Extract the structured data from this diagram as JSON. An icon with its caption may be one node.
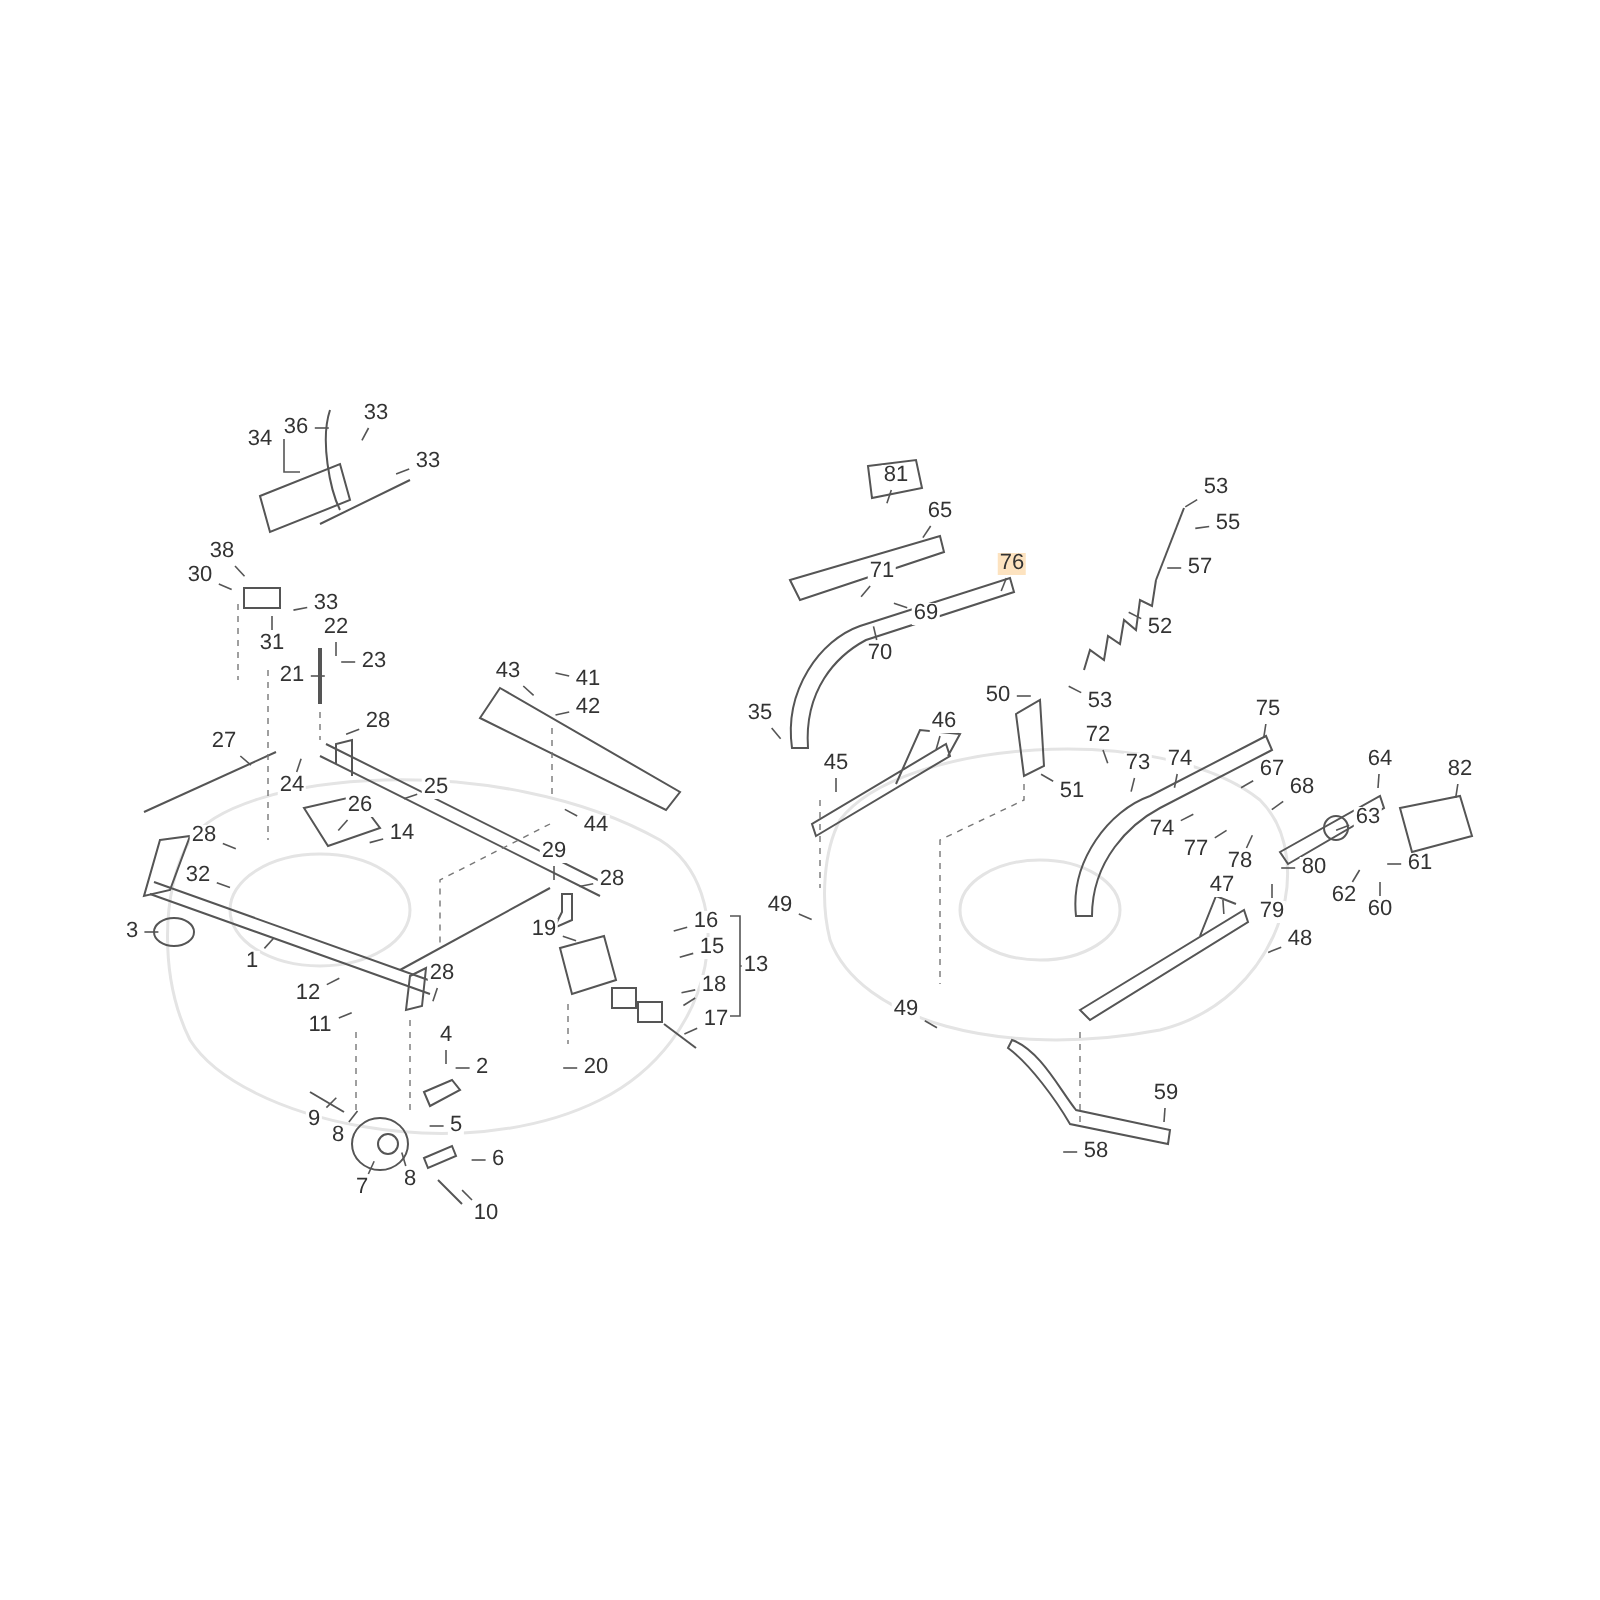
{
  "diagram": {
    "nodes": [
      {
        "text": [
          "36"
        ]
      },
      {
        "text": [
          "33"
        ]
      },
      {
        "text": [
          "34"
        ]
      },
      {
        "text": [
          "33"
        ]
      },
      {
        "text": [
          "38"
        ]
      },
      {
        "text": [
          "30"
        ]
      },
      {
        "text": [
          "33"
        ]
      },
      {
        "text": [
          "31"
        ]
      },
      {
        "text": [
          "22"
        ]
      },
      {
        "text": [
          "23"
        ]
      },
      {
        "text": [
          "21"
        ]
      },
      {
        "text": [
          "43"
        ]
      },
      {
        "text": [
          "41"
        ]
      },
      {
        "text": [
          "42"
        ]
      },
      {
        "text": [
          "28"
        ]
      },
      {
        "text": [
          "27"
        ]
      },
      {
        "text": [
          "24"
        ]
      },
      {
        "text": [
          "25"
        ]
      },
      {
        "text": [
          "26"
        ]
      },
      {
        "text": [
          "14"
        ]
      },
      {
        "text": [
          "44"
        ]
      },
      {
        "text": [
          "28"
        ]
      },
      {
        "text": [
          "32"
        ]
      },
      {
        "text": [
          "29"
        ]
      },
      {
        "text": [
          "28"
        ]
      },
      {
        "text": [
          "3"
        ]
      },
      {
        "text": [
          "16"
        ]
      },
      {
        "text": [
          "19"
        ]
      },
      {
        "text": [
          "15"
        ]
      },
      {
        "text": [
          "13"
        ]
      },
      {
        "text": [
          "1"
        ]
      },
      {
        "text": [
          "18"
        ]
      },
      {
        "text": [
          "28"
        ]
      },
      {
        "text": [
          "12"
        ]
      },
      {
        "text": [
          "11"
        ]
      },
      {
        "text": [
          "17"
        ]
      },
      {
        "text": [
          "4"
        ]
      },
      {
        "text": [
          "2"
        ]
      },
      {
        "text": [
          "20"
        ]
      },
      {
        "text": [
          "9"
        ]
      },
      {
        "text": [
          "5"
        ]
      },
      {
        "text": [
          "8"
        ]
      },
      {
        "text": [
          "6"
        ]
      },
      {
        "text": [
          "7"
        ]
      },
      {
        "text": [
          "8"
        ]
      },
      {
        "text": [
          "10"
        ]
      },
      {
        "text": [
          "81"
        ]
      },
      {
        "text": [
          "53"
        ]
      },
      {
        "text": [
          "55"
        ]
      },
      {
        "text": [
          "65"
        ]
      },
      {
        "text": [
          "57"
        ]
      },
      {
        "text": [
          "71"
        ]
      },
      {
        "text": [
          "76"
        ]
      },
      {
        "text": [
          "69"
        ]
      },
      {
        "text": [
          "52"
        ]
      },
      {
        "text": [
          "70"
        ]
      },
      {
        "text": [
          "50"
        ]
      },
      {
        "text": [
          "53"
        ]
      },
      {
        "text": [
          "35"
        ]
      },
      {
        "text": [
          "75"
        ]
      },
      {
        "text": [
          "46"
        ]
      },
      {
        "text": [
          "72"
        ]
      },
      {
        "text": [
          "73"
        ]
      },
      {
        "text": [
          "74"
        ]
      },
      {
        "text": [
          "64"
        ]
      },
      {
        "text": [
          "45"
        ]
      },
      {
        "text": [
          "67"
        ]
      },
      {
        "text": [
          "82"
        ]
      },
      {
        "text": [
          "51"
        ]
      },
      {
        "text": [
          "68"
        ]
      },
      {
        "text": [
          "63"
        ]
      },
      {
        "text": [
          "74"
        ]
      },
      {
        "text": [
          "77"
        ]
      },
      {
        "text": [
          "61"
        ]
      },
      {
        "text": [
          "78"
        ]
      },
      {
        "text": [
          "80"
        ]
      },
      {
        "text": [
          "62"
        ]
      },
      {
        "text": [
          "79"
        ]
      },
      {
        "text": [
          "60"
        ]
      },
      {
        "text": [
          "47"
        ]
      },
      {
        "text": [
          "49"
        ]
      },
      {
        "text": [
          "48"
        ]
      },
      {
        "text": [
          "49"
        ]
      },
      {
        "text": [
          "59"
        ]
      },
      {
        "text": [
          "58"
        ]
      }
    ],
    "edges": [
      {
        "from": 0,
        "to": null,
        "arrow": "none"
      },
      {
        "from": 1,
        "to": null,
        "arrow": "none"
      },
      {
        "from": 3,
        "to": null,
        "arrow": "none"
      },
      {
        "from": 4,
        "to": null,
        "arrow": "none"
      },
      {
        "from": 5,
        "to": null,
        "arrow": "none"
      },
      {
        "from": 6,
        "to": null,
        "arrow": "none"
      },
      {
        "from": 7,
        "to": null,
        "arrow": "none"
      },
      {
        "from": 8,
        "to": null,
        "arrow": "none"
      },
      {
        "from": 9,
        "to": null,
        "arrow": "none"
      },
      {
        "from": 10,
        "to": null,
        "arrow": "none"
      },
      {
        "from": 11,
        "to": null,
        "arrow": "none"
      },
      {
        "from": 12,
        "to": null,
        "arrow": "none"
      },
      {
        "from": 13,
        "to": null,
        "arrow": "none"
      },
      {
        "from": 14,
        "to": null,
        "arrow": "none"
      },
      {
        "from": 15,
        "to": null,
        "arrow": "none"
      },
      {
        "from": 16,
        "to": null,
        "arrow": "none"
      },
      {
        "from": 17,
        "to": null,
        "arrow": "none"
      },
      {
        "from": 18,
        "to": null,
        "arrow": "none"
      },
      {
        "from": 19,
        "to": null,
        "arrow": "none"
      },
      {
        "from": 20,
        "to": null,
        "arrow": "none"
      },
      {
        "from": 21,
        "to": null,
        "arrow": "none"
      },
      {
        "from": 22,
        "to": null,
        "arrow": "none"
      },
      {
        "from": 23,
        "to": null,
        "arrow": "none"
      },
      {
        "from": 24,
        "to": null,
        "arrow": "none"
      },
      {
        "from": 25,
        "to": null,
        "arrow": "none"
      },
      {
        "from": 26,
        "to": null,
        "arrow": "none"
      },
      {
        "from": 27,
        "to": null,
        "arrow": "none"
      },
      {
        "from": 28,
        "to": null,
        "arrow": "none"
      },
      {
        "from": 30,
        "to": null,
        "arrow": "none"
      },
      {
        "from": 31,
        "to": null,
        "arrow": "none"
      },
      {
        "from": 31,
        "to": null,
        "arrow": "none"
      },
      {
        "from": 32,
        "to": null,
        "arrow": "none"
      },
      {
        "from": 33,
        "to": null,
        "arrow": "none"
      },
      {
        "from": 34,
        "to": null,
        "arrow": "none"
      },
      {
        "from": 35,
        "to": null,
        "arrow": "none"
      },
      {
        "from": 36,
        "to": null,
        "arrow": "none"
      },
      {
        "from": 37,
        "to": null,
        "arrow": "none"
      },
      {
        "from": 38,
        "to": null,
        "arrow": "none"
      },
      {
        "from": 39,
        "to": null,
        "arrow": "none"
      },
      {
        "from": 40,
        "to": null,
        "arrow": "none"
      },
      {
        "from": 41,
        "to": null,
        "arrow": "none"
      },
      {
        "from": 42,
        "to": null,
        "arrow": "none"
      },
      {
        "from": 43,
        "to": null,
        "arrow": "none"
      },
      {
        "from": 44,
        "to": null,
        "arrow": "none"
      },
      {
        "from": 45,
        "to": null,
        "arrow": "none"
      },
      {
        "from": 46,
        "to": null,
        "arrow": "none"
      },
      {
        "from": 47,
        "to": null,
        "arrow": "none"
      },
      {
        "from": 48,
        "to": null,
        "arrow": "none"
      },
      {
        "from": 49,
        "to": null,
        "arrow": "none"
      },
      {
        "from": 50,
        "to": null,
        "arrow": "none"
      },
      {
        "from": 51,
        "to": null,
        "arrow": "none"
      },
      {
        "from": 52,
        "to": null,
        "arrow": "none"
      },
      {
        "from": 53,
        "to": null,
        "arrow": "none"
      },
      {
        "from": 54,
        "to": null,
        "arrow": "none"
      },
      {
        "from": 55,
        "to": null,
        "arrow": "none"
      },
      {
        "from": 56,
        "to": null,
        "arrow": "none"
      },
      {
        "from": 57,
        "to": null,
        "arrow": "none"
      },
      {
        "from": 58,
        "to": null,
        "arrow": "none"
      },
      {
        "from": 59,
        "to": null,
        "arrow": "none"
      },
      {
        "from": 60,
        "to": null,
        "arrow": "none"
      },
      {
        "from": 61,
        "to": null,
        "arrow": "none"
      },
      {
        "from": 62,
        "to": null,
        "arrow": "none"
      },
      {
        "from": 63,
        "to": null,
        "arrow": "none"
      },
      {
        "from": 64,
        "to": null,
        "arrow": "none"
      },
      {
        "from": 65,
        "to": null,
        "arrow": "none"
      },
      {
        "from": 66,
        "to": null,
        "arrow": "none"
      },
      {
        "from": 67,
        "to": null,
        "arrow": "none"
      },
      {
        "from": 68,
        "to": null,
        "arrow": "none"
      },
      {
        "from": 69,
        "to": null,
        "arrow": "none"
      },
      {
        "from": 70,
        "to": null,
        "arrow": "none"
      },
      {
        "from": 71,
        "to": null,
        "arrow": "none"
      },
      {
        "from": 72,
        "to": null,
        "arrow": "none"
      },
      {
        "from": 73,
        "to": null,
        "arrow": "none"
      },
      {
        "from": 74,
        "to": null,
        "arrow": "none"
      },
      {
        "from": 75,
        "to": null,
        "arrow": "none"
      },
      {
        "from": 76,
        "to": null,
        "arrow": "none"
      },
      {
        "from": 77,
        "to": null,
        "arrow": "none"
      },
      {
        "from": 78,
        "to": null,
        "arrow": "none"
      },
      {
        "from": 79,
        "to": null,
        "arrow": "none"
      },
      {
        "from": 80,
        "to": null,
        "arrow": "none"
      },
      {
        "from": 81,
        "to": null,
        "arrow": "none"
      },
      {
        "from": 82,
        "to": null,
        "arrow": "none"
      },
      {
        "from": 83,
        "to": null,
        "arrow": "none"
      },
      {
        "from": 84,
        "to": null,
        "arrow": "none"
      }
    ]
  }
}
